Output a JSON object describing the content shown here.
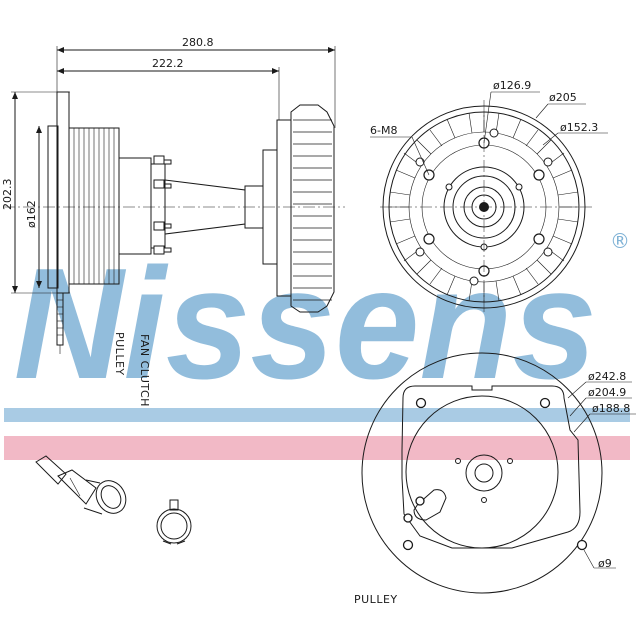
{
  "watermark": {
    "text": "Nissens",
    "registered": "®",
    "color": "#7fb2d6",
    "band_blue": "#a9cbe4",
    "band_pink": "#f2b9c6"
  },
  "side_view": {
    "dim_overall": "280.8",
    "dim_clutch": "222.2",
    "dim_height": "202.3",
    "dim_diameter": "ø162",
    "label_pulley": "PULLEY",
    "label_fan_clutch": "FAN CLUTCH"
  },
  "front_view": {
    "dim_bolt_circle": "ø126.9",
    "dim_outer": "ø205",
    "dim_mid": "ø152.3",
    "dim_bolts": "6-M8"
  },
  "pulley_view": {
    "dim_outer": "ø242.8",
    "dim_mid": "ø204.9",
    "dim_inner": "ø188.8",
    "dim_hole": "ø9",
    "caption": "PULLEY"
  }
}
